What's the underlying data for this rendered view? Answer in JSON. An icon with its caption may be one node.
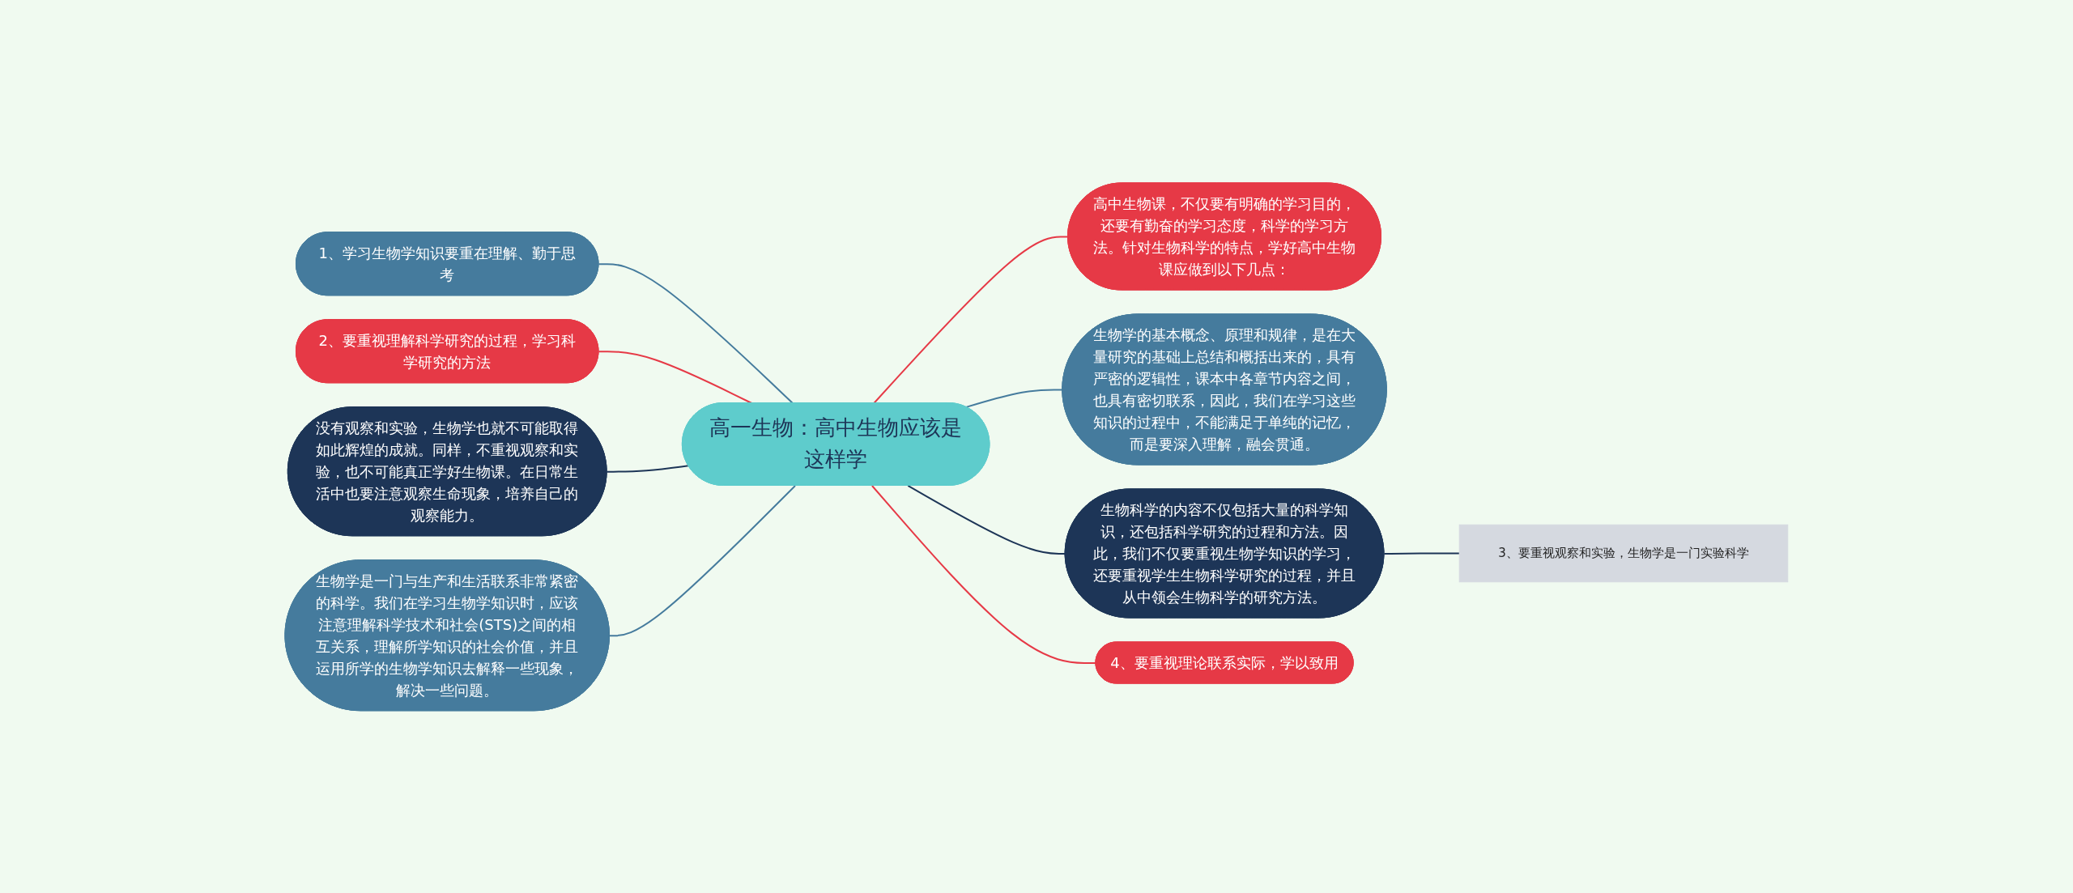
{
  "diagram": {
    "nodes": [
      {
        "text": [
          "高一生物：高中生物应该是这样学"
        ]
      },
      {
        "text": [
          "1、学习生物学知识要重在理解、勤于思考"
        ]
      },
      {
        "text": [
          "2、要重视理解科学研究的过程，学习科学研究的方法"
        ]
      },
      {
        "text": [
          "没有观察和实验，生物学也就不可能取得如此辉煌的成就。同样，不重视观察和实验，也不可能真正学好生物课。在日常生活中也要注意观察生命现象，培养自己的观察能力。"
        ]
      },
      {
        "text": [
          "生物学是一门与生产和生活联系非常紧密的科学。我们在学习生物学知识时，应该注意理解科学技术和社会(STS)之间的相互关系，理解所学知识的社会价值，并且运用所学的生物学知识去解释一些现象，解决一些问题。"
        ]
      },
      {
        "text": [
          "高中生物课，不仅要有明确的学习目的，还要有勤奋的学习态度，科学的学习方法。针对生物科学的特点，学好高中生物课应做到以下几点："
        ]
      },
      {
        "text": [
          "生物学的基本概念、原理和规律，是在大量研究的基础上总结和概括出来的，具有严密的逻辑性，课本中各章节内容之间，也具有密切联系，因此，我们在学习这些知识的过程中，不能满足于单纯的记忆，而是要深入理解，融会贯通。"
        ]
      },
      {
        "text": [
          "生物科学的内容不仅包括大量的科学知识，还包括科学研究的过程和方法。因此，我们不仅要重视生物学知识的学习，还要重视学生生物科学研究的过程，并且从中领会生物科学的研究方法。"
        ]
      },
      {
        "text": [
          "4、要重视理论联系实际，学以致用"
        ]
      },
      {
        "text": [
          "3、要重视观察和实验，生物学是一门实验科学"
        ]
      }
    ],
    "edges": [
      {
        "from": 1,
        "to": 0,
        "arrow": "none",
        "color": "#457b9d"
      },
      {
        "from": 2,
        "to": 0,
        "arrow": "none",
        "color": "#e63946"
      },
      {
        "from": 3,
        "to": 0,
        "arrow": "none",
        "color": "#1d3557"
      },
      {
        "from": 4,
        "to": 0,
        "arrow": "none",
        "color": "#457b9d"
      },
      {
        "from": 0,
        "to": 5,
        "arrow": "none",
        "color": "#e63946"
      },
      {
        "from": 0,
        "to": 6,
        "arrow": "none",
        "color": "#457b9d"
      },
      {
        "from": 0,
        "to": 7,
        "arrow": "none",
        "color": "#1d3557"
      },
      {
        "from": 0,
        "to": 8,
        "arrow": "none",
        "color": "#e63946"
      },
      {
        "from": 7,
        "to": 9,
        "arrow": "none",
        "color": "#1d3557"
      }
    ]
  }
}
